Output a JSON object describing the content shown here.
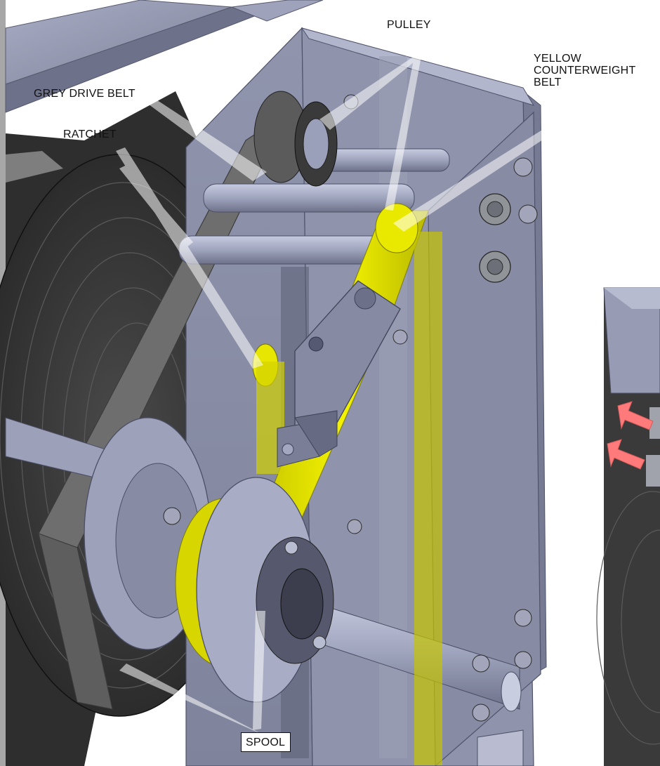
{
  "callouts": {
    "pulley": "PULLEY",
    "grey_drive_belt": "GREY DRIVE BELT",
    "ratchet": "RATCHET",
    "yellow_counterweight_belt": "YELLOW\nCOUNTERWEIGHT\nBELT",
    "spool": "SPOOL"
  },
  "colors": {
    "frame_steel": "#8f93ab",
    "drive_belt_grey": "#6f6f6f",
    "counterweight_yellow": "#e6e600",
    "direction_arrow": "#ff7a7a",
    "label_text": "#111111"
  },
  "icons": {
    "arrow": "direction-arrow-icon"
  }
}
